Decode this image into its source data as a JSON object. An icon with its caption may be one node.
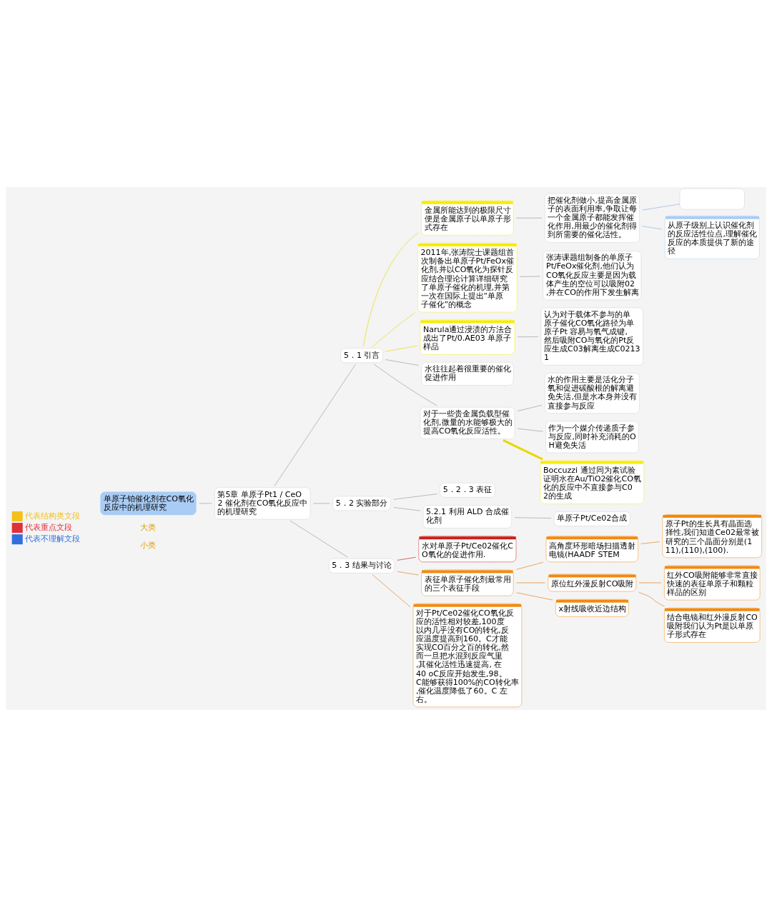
{
  "diagram": {
    "nodes": [
      {
        "text": [
          "单原子铂催化剂在CO氧化反应中的机理研究"
        ]
      },
      {
        "text": [
          "第5章 单原子Pt1 / CeO2 催化剂在CO氧化反应中的机理研究"
        ]
      },
      {
        "text": [
          "5．1 引言"
        ]
      },
      {
        "text": [
          "5．2 实验部分"
        ]
      },
      {
        "text": [
          "5．3 结果与讨论"
        ]
      },
      {
        "text": [
          "金属所能达到的极限尺寸便是金属原子以单原子形式存在"
        ]
      },
      {
        "text": [
          "2011年,张涛院士课题组首次制备出单原子Pt/FeOx催化剂,并以CO氧化为探针反应结合理论计算详细研究了单原子催化的机理,并第一次在国际上提出“单原子催化”的概念"
        ]
      },
      {
        "text": [
          "Narula通过浸渍的方法合成出了Pt/0.AE03 单原子样品"
        ]
      },
      {
        "text": [
          "水往往起着很重要的催化促进作用"
        ]
      },
      {
        "text": [
          "对于一些贵金属负载型催化剂,微量的水能够极大的提高CO氧化反应活性。"
        ]
      },
      {
        "text": [
          "把催化剂做小,提高金属原子的表面利用率,争取让每一个金属原子都能发挥催化作用,用最少的催化剂得到所需要的催化活性。"
        ]
      },
      {
        "text": [],
        "shape": "box"
      },
      {
        "text": [
          "从原子级别上认识催化剂的反应活性位点,理解催化反应的本质提供了新的途径"
        ]
      },
      {
        "text": [
          "张涛课题组制备的单原子Pt/FeOx催化剂,他们认为CO氧化反应主要是因为载体产生的空位可以吸附02,并在CO的作用下发生解离"
        ]
      },
      {
        "text": [
          "认为对于载体不参与的单原子催化CO氧化路径为单原子Pt 容易与氧气成键,然后吸附CO与氧化的Pt反应生成C03解离生成C02131"
        ]
      },
      {
        "text": [
          "水的作用主要是活化分子氧和促进碳酸根的解离避免失活,但是水本身并没有直接参与反应"
        ]
      },
      {
        "text": [
          "作为一个媒介传递质子参与反应,同时补充消耗的OH避免失活"
        ]
      },
      {
        "text": [
          "Boccuzzi 通过同为素试验证明水在Au/TiO2催化CO氧化的反应中不直接参与C02的生成"
        ]
      },
      {
        "text": [
          "5．2．3 表征"
        ]
      },
      {
        "text": [
          "5.2.1 利用 ALD 合成催化剂"
        ]
      },
      {
        "text": [
          "单原子Pt/Ce02合成"
        ]
      },
      {
        "text": [
          "水对单原子Pt/Ce02催化CO氧化的促进作用."
        ]
      },
      {
        "text": [
          "表征单原子催化剂最常用的三个表征手段"
        ]
      },
      {
        "text": [
          "对于Pt/Ce02催化CO氧化反应的活性相对较差,100度以内几乎没有CO的转化,反应温度提高到160。C才能实现CO百分之百的转化,然而一旦把水混到反应气里,其催化活性迅速提高, 在40 oC反应开始发生,98。C能够获得100%的CO转化率,催化温度降低了60。C 左右。"
        ]
      },
      {
        "text": [
          "高角度环形暗场扫描透射电镜(HAADF STEM"
        ]
      },
      {
        "text": [
          "原位红外漫反射CO吸附"
        ]
      },
      {
        "text": [
          "x射线吸收近边结构"
        ]
      },
      {
        "text": [
          "原子Pt的生长具有晶面选择性,我们知道Ce02最常被研究的三个晶面分别是(111),(110),(100)."
        ]
      },
      {
        "text": [
          "红外CO吸附能够非常直接快速的表征单原子和颗粒样品的区别"
        ]
      },
      {
        "text": [
          "结合电镜和红外漫反射CO吸附我们认为Pt是以单原子形式存在"
        ]
      }
    ],
    "edges": [
      {
        "from": 0,
        "to": 1,
        "arrow": "none"
      },
      {
        "from": 1,
        "to": 2,
        "arrow": "none"
      },
      {
        "from": 1,
        "to": 3,
        "arrow": "none"
      },
      {
        "from": 1,
        "to": 4,
        "arrow": "none"
      },
      {
        "from": 2,
        "to": 5,
        "arrow": "none",
        "color": "#e6d800"
      },
      {
        "from": 2,
        "to": 6,
        "arrow": "none",
        "color": "#e6d800"
      },
      {
        "from": 2,
        "to": 7,
        "arrow": "none",
        "color": "#e6d800"
      },
      {
        "from": 2,
        "to": 8,
        "arrow": "none"
      },
      {
        "from": 2,
        "to": 9,
        "arrow": "none"
      },
      {
        "from": 5,
        "to": 10,
        "arrow": "none"
      },
      {
        "from": 10,
        "to": 11,
        "arrow": "none",
        "color": "#8fb0d8"
      },
      {
        "from": 10,
        "to": 12,
        "arrow": "none",
        "color": "#8fb0d8"
      },
      {
        "from": 6,
        "to": 13,
        "arrow": "none"
      },
      {
        "from": 7,
        "to": 14,
        "arrow": "none"
      },
      {
        "from": 9,
        "to": 15,
        "arrow": "none"
      },
      {
        "from": 9,
        "to": 16,
        "arrow": "none"
      },
      {
        "from": 9,
        "to": 17,
        "arrow": "none",
        "color": "#e6d800",
        "style": "thick"
      },
      {
        "from": 3,
        "to": 18,
        "arrow": "none"
      },
      {
        "from": 3,
        "to": 19,
        "arrow": "none"
      },
      {
        "from": 19,
        "to": 20,
        "arrow": "none"
      },
      {
        "from": 4,
        "to": 21,
        "arrow": "none",
        "color": "#b22222"
      },
      {
        "from": 4,
        "to": 22,
        "arrow": "none",
        "color": "#e07b1a"
      },
      {
        "from": 4,
        "to": 23,
        "arrow": "none",
        "color": "#e07b1a"
      },
      {
        "from": 22,
        "to": 24,
        "arrow": "none",
        "color": "#e07b1a"
      },
      {
        "from": 22,
        "to": 25,
        "arrow": "none",
        "color": "#e07b1a"
      },
      {
        "from": 22,
        "to": 26,
        "arrow": "none",
        "color": "#e07b1a"
      },
      {
        "from": 24,
        "to": 27,
        "arrow": "none",
        "color": "#e07b1a"
      },
      {
        "from": 25,
        "to": 28,
        "arrow": "none",
        "color": "#e07b1a"
      },
      {
        "from": 25,
        "to": 29,
        "arrow": "none",
        "color": "#e07b1a"
      }
    ],
    "labels": [
      "大类",
      "小类"
    ],
    "legend": [
      {
        "text": "代表结构类文段",
        "color": "#f2c21b"
      },
      {
        "text": "代表重点文段",
        "color": "#e0303a"
      },
      {
        "text": "代表不理解文段",
        "color": "#2f6fe0"
      }
    ]
  }
}
